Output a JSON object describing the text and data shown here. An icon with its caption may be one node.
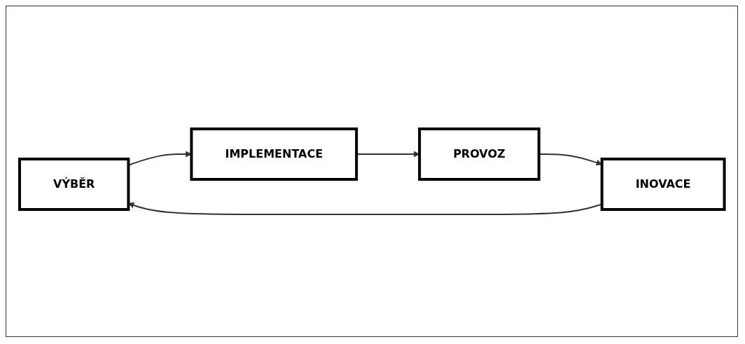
{
  "diagram": {
    "nodes": [
      {
        "text": [
          "VÝBĚR"
        ]
      },
      {
        "text": [
          "IMPLEMENTACE"
        ]
      },
      {
        "text": [
          "PROVOZ"
        ]
      },
      {
        "text": [
          "INOVACE"
        ]
      }
    ],
    "edges": [
      {
        "from": 0,
        "to": 1,
        "arrow": "to"
      },
      {
        "from": 1,
        "to": 2,
        "arrow": "to"
      },
      {
        "from": 2,
        "to": 3,
        "arrow": "to"
      },
      {
        "from": 3,
        "to": 0,
        "arrow": "to"
      }
    ]
  }
}
